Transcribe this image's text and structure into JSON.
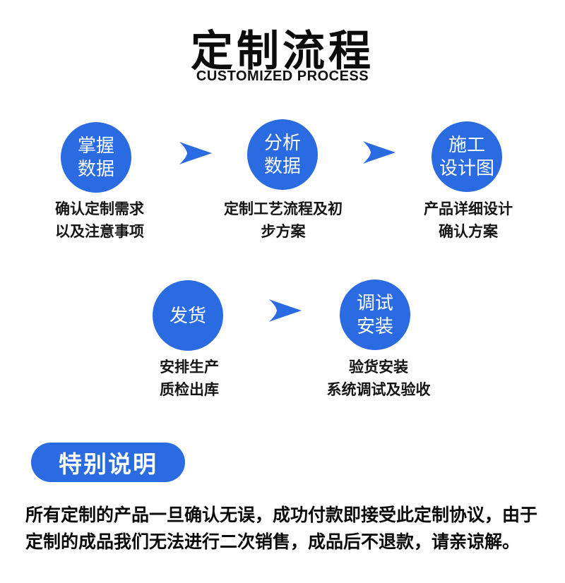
{
  "colors": {
    "primary": "#2A6BE2",
    "title_text": "#0c0c0c",
    "body_text": "#0a0a0a",
    "circle_text": "#ffffff"
  },
  "header": {
    "title": "定制流程",
    "subtitle": "CUSTOMIZED PROCESS"
  },
  "steps": [
    {
      "circle": [
        "掌握",
        "数据"
      ],
      "desc": [
        "确认定制需求",
        "以及注意事项"
      ]
    },
    {
      "circle": [
        "分析",
        "数据"
      ],
      "desc": [
        "定制工艺流程及初",
        "步方案"
      ]
    },
    {
      "circle": [
        "施工",
        "设计图"
      ],
      "desc": [
        "产品详细设计",
        "确认方案"
      ]
    },
    {
      "circle": [
        "发货"
      ],
      "desc": [
        "安排生产",
        "质检出库"
      ]
    },
    {
      "circle": [
        "调试",
        "安装"
      ],
      "desc": [
        "验货安装",
        "系统调试及验收"
      ]
    }
  ],
  "notice": {
    "badge": "特别说明",
    "text": "所有定制的产品一旦确认无误，成功付款即接受此定制协议，由于定制的成品我们无法进行二次销售，成品后不退款，请亲谅解。"
  }
}
